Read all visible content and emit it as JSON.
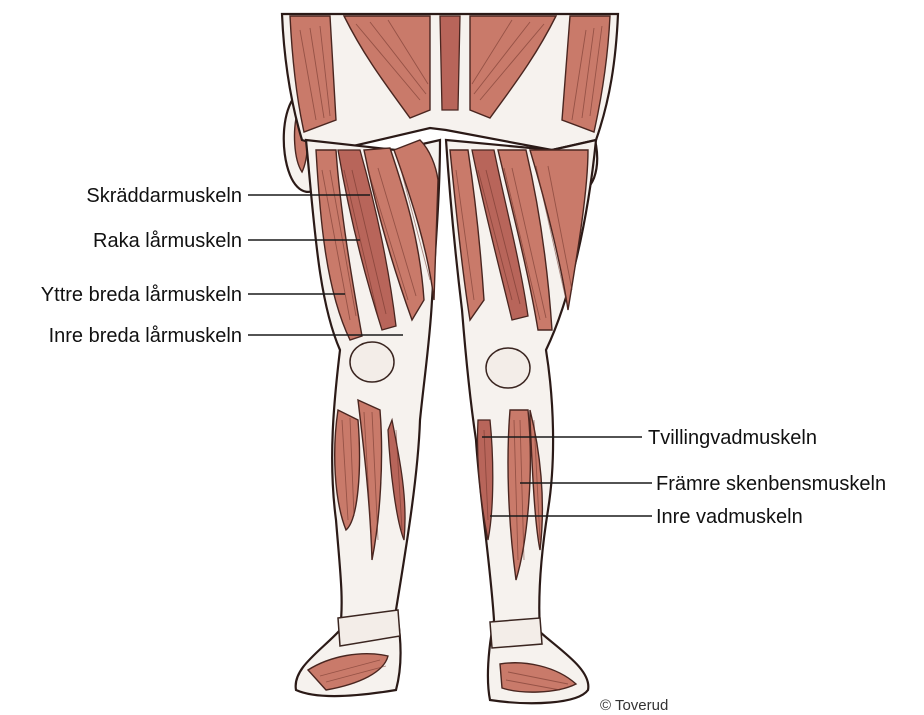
{
  "labels": {
    "skraddarmuskeln": "Skräddarmuskeln",
    "raka_larmuskeln": "Raka lårmuskeln",
    "yttre_breda_larmuskeln": "Yttre breda lårmuskeln",
    "inre_breda_larmuskeln": "Inre breda lårmuskeln",
    "tvillingvadmuskeln": "Tvillingvadmuskeln",
    "framre_skenbensmuskeln": "Främre skenbensmuskeln",
    "inre_vadmuskeln": "Inre vadmuskeln"
  },
  "credit": "© Toverud",
  "colors": {
    "muscle": "#c97a6a",
    "muscle_dark": "#b8655a",
    "outline": "#2b1a17",
    "skin": "#f6f2ee",
    "label_text": "#111111"
  }
}
